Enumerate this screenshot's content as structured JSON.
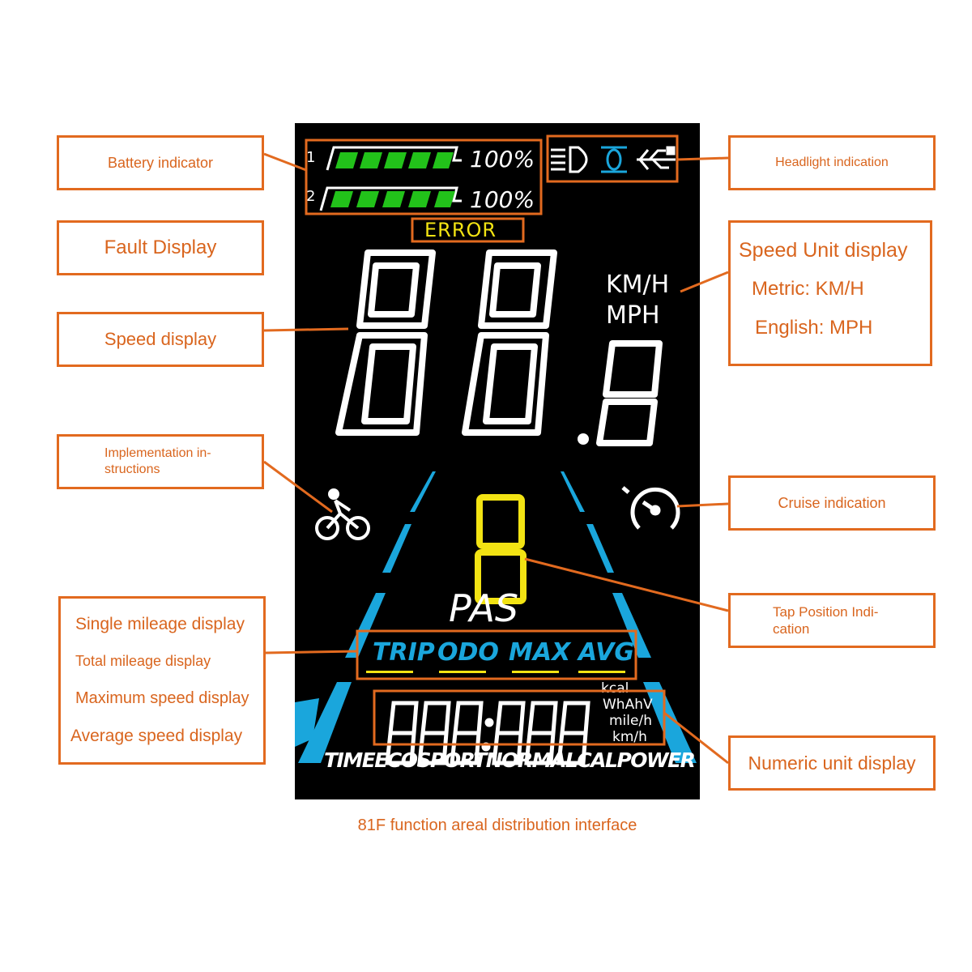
{
  "labels": {
    "battery": "Battery indicator",
    "fault": "Fault Display",
    "speed": "Speed display",
    "implementation": "Implementation in-\nstructions",
    "headlight": "Headlight indication",
    "speed_unit_title": "Speed Unit display",
    "speed_unit_metric": "Metric: KM/H",
    "speed_unit_english": "English: MPH",
    "cruise": "Cruise indication",
    "tap_position": "Tap Position Indi-\ncation",
    "mileage_single": "Single mileage display",
    "mileage_total": "Total mileage display",
    "mileage_max": "Maximum speed display",
    "mileage_avg": "Average speed display",
    "numeric_unit": "Numeric unit display"
  },
  "display": {
    "battery1_index": "1",
    "battery1_percent": "100%",
    "battery2_index": "2",
    "battery2_percent": "100%",
    "error_text": "ERROR",
    "speed_main": "88",
    "speed_decimal": "8",
    "unit_kmh": "KM/H",
    "unit_mph": "MPH",
    "pas_level": "8",
    "pas_label": "PAS",
    "trip": "TRIP",
    "odo": "ODO",
    "max": "MAX",
    "avg": "AVG",
    "numeric_value": "888888",
    "unit_kcal": "kcal",
    "unit_whah": "WhAhV",
    "unit_mileh": "mile/h",
    "unit_kmh_small": "km/h",
    "modes": "TIMEECOSPORTNORMALCALPOWER"
  },
  "icons": {
    "headlight": "headlight-icon",
    "indicator": "indicator-icon",
    "usb": "usb-icon",
    "cyclist": "cyclist-icon",
    "cruise": "speedometer-icon"
  },
  "caption": "81F function areal distribution interface",
  "colors": {
    "accent": "#e26a1f",
    "battery_green": "#22c21a",
    "lcd_blue": "#1aa6dc",
    "lcd_yellow": "#f2e313",
    "lcd_white": "#ffffff",
    "screen_bg": "#000000"
  }
}
